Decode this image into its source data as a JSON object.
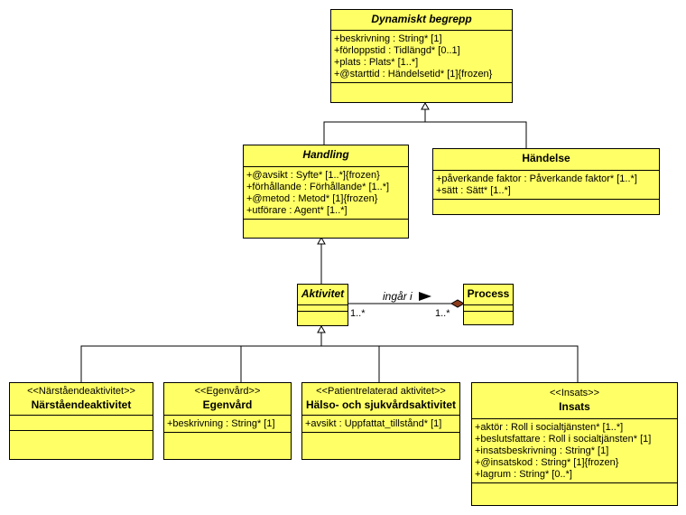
{
  "classes": {
    "dynamiskt_begrepp": {
      "name": "Dynamiskt begrepp",
      "attributes": [
        "+beskrivning : String* [1]",
        "+förloppstid : Tidlängd* [0..1]",
        "+plats : Plats* [1..*]",
        "+@starttid : Händelsetid* [1]{frozen}"
      ]
    },
    "handling": {
      "name": "Handling",
      "attributes": [
        "+@avsikt : Syfte* [1..*]{frozen}",
        "+förhållande : Förhållande* [1..*]",
        "+@metod : Metod* [1]{frozen}",
        "+utförare : Agent* [1..*]"
      ]
    },
    "handelse": {
      "name": "Händelse",
      "attributes": [
        "+påverkande faktor : Påverkande faktor* [1..*]",
        "+sätt : Sätt* [1..*]"
      ]
    },
    "aktivitet": {
      "name": "Aktivitet"
    },
    "process": {
      "name": "Process"
    },
    "narstaende": {
      "stereotype": "<<Närståendeaktivitet>>",
      "name": "Närståendeaktivitet"
    },
    "egenvard": {
      "stereotype": "<<Egenvård>>",
      "name": "Egenvård",
      "attributes": [
        "+beskrivning : String* [1]"
      ]
    },
    "halso": {
      "stereotype": "<<Patientrelaterad aktivitet>>",
      "name": "Hälso- och sjukvårdsaktivitet",
      "attributes": [
        "+avsikt : Uppfattat_tillstånd* [1]"
      ]
    },
    "insats": {
      "stereotype": "<<Insats>>",
      "name": "Insats",
      "attributes": [
        "+aktör : Roll i socialtjänsten* [1..*]",
        "+beslutsfattare : Roll i socialtjänsten* [1]",
        "+insatsbeskrivning : String* [1]",
        "+@insatskod : String* [1]{frozen}",
        "+lagrum : String* [0..*]"
      ]
    }
  },
  "association": {
    "label": "ingår i",
    "source_multiplicity": "1..*",
    "target_multiplicity": "1..*"
  }
}
